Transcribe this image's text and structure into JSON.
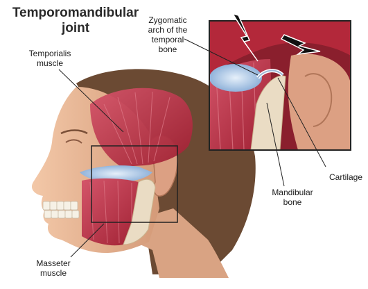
{
  "title": "Temporomandibular\njoint",
  "labels": {
    "temporalis": "Temporialis\nmuscle",
    "zygomatic": "Zygomatic\narch of the\ntemporal\nbone",
    "cartilage": "Cartilage",
    "mandibular": "Mandibular\nbone",
    "masseter": "Masseter\nmuscle"
  },
  "colors": {
    "skin": "#e8b594",
    "skin_shadow": "#c98a6a",
    "hair": "#6b4a33",
    "muscle": "#b3283a",
    "muscle_light": "#d4556a",
    "tendon": "#a9c7e6",
    "bone": "#eadcc4",
    "inset_bg": "#8a1f2d",
    "frame": "#222222"
  }
}
